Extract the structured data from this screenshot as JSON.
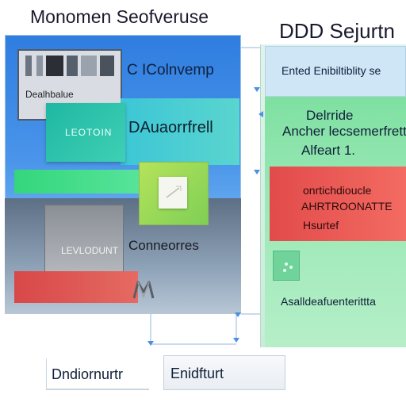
{
  "left_title": "Monomen Seofveruse",
  "right_title": "DDD Sejurtn",
  "left_panel": {
    "screenshot_label": "Dealhbalue",
    "heading": "C  IColnvemp",
    "teal_label": "LEOTOIN",
    "cyan_label": "DAuaorrfrell",
    "gray_label": "LEVLODUNT",
    "connector_label": "Conneorres"
  },
  "right_panel": {
    "header": "Ented Enibiltiblity se",
    "line_1": "Delrride",
    "line_2": "Ancher lecsemerfrett",
    "line_3": "Alfeart 1.",
    "red_line_1": "onrtichdioucle",
    "red_line_2": "AHRTROONATTE",
    "red_line_3": "Hsurtef",
    "bottom_text": "Asalldeafuenterittta"
  },
  "bottom": {
    "box_1": "Dndiornurtr",
    "box_2": "Enidfturt"
  },
  "colors": {
    "left_blue": "#2f7de0",
    "teal": "#1fb7a3",
    "green_bar": "#34d67c",
    "red": "#d84848",
    "right_green": "#7ee0a1",
    "red_panel": "#e24b4b"
  }
}
